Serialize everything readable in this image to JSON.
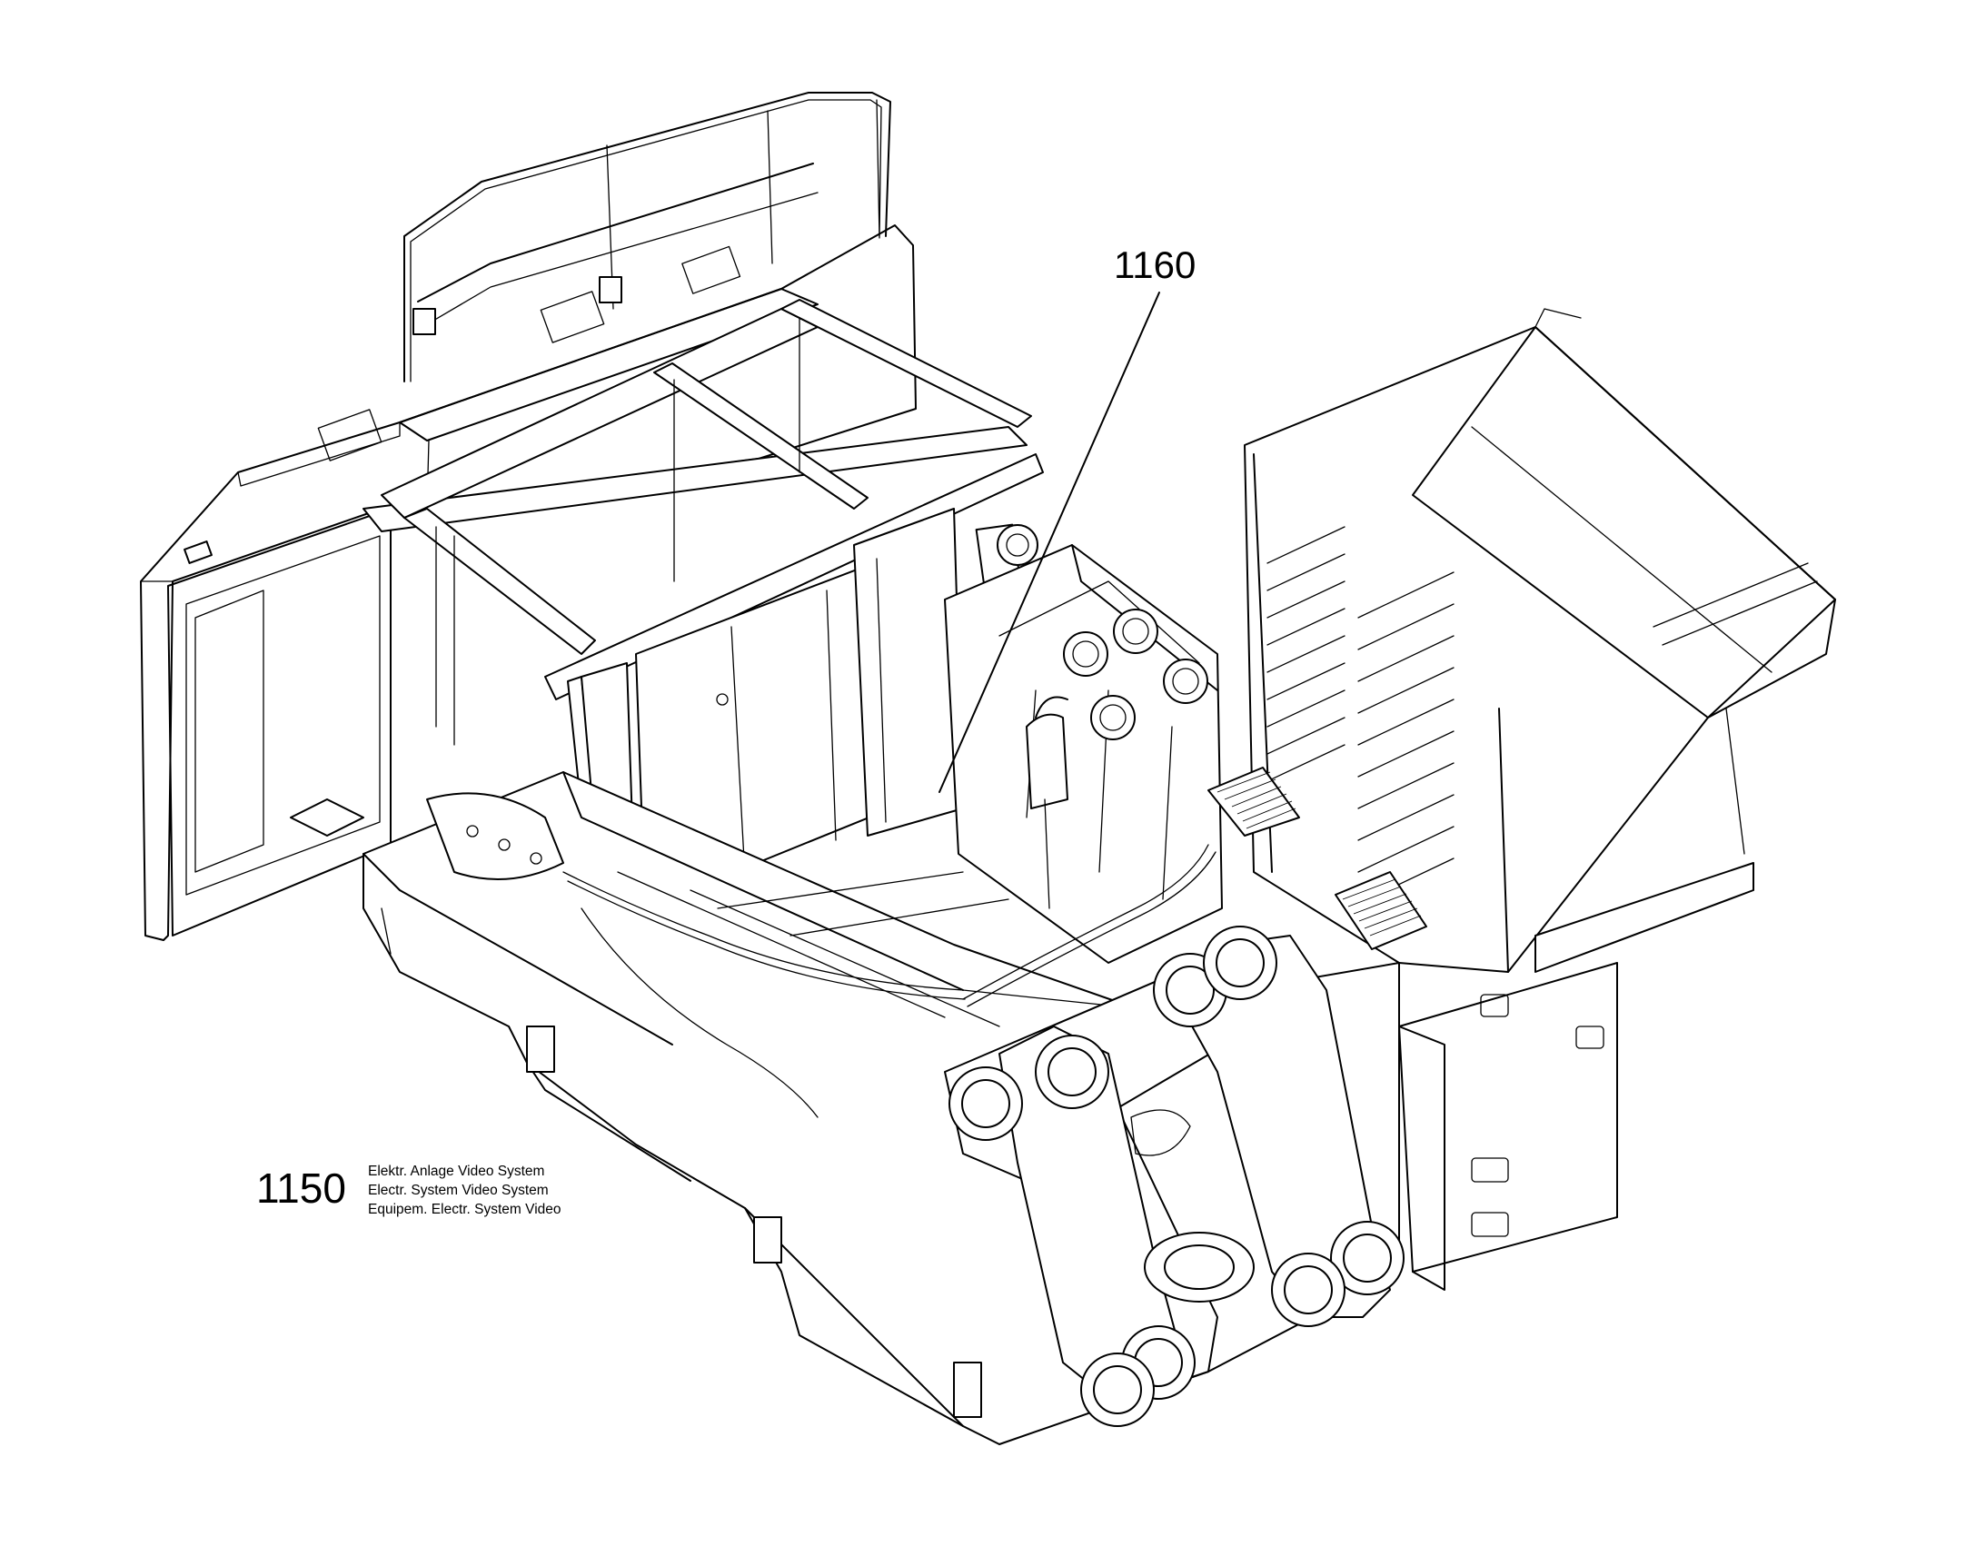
{
  "callouts": {
    "top_number": "1160",
    "bottom_number": "1150"
  },
  "legend": {
    "line_de": "Elektr. Anlage Video System",
    "line_en": "Electr. System Video System",
    "line_fr": "Equipem. Electr. System Video"
  }
}
